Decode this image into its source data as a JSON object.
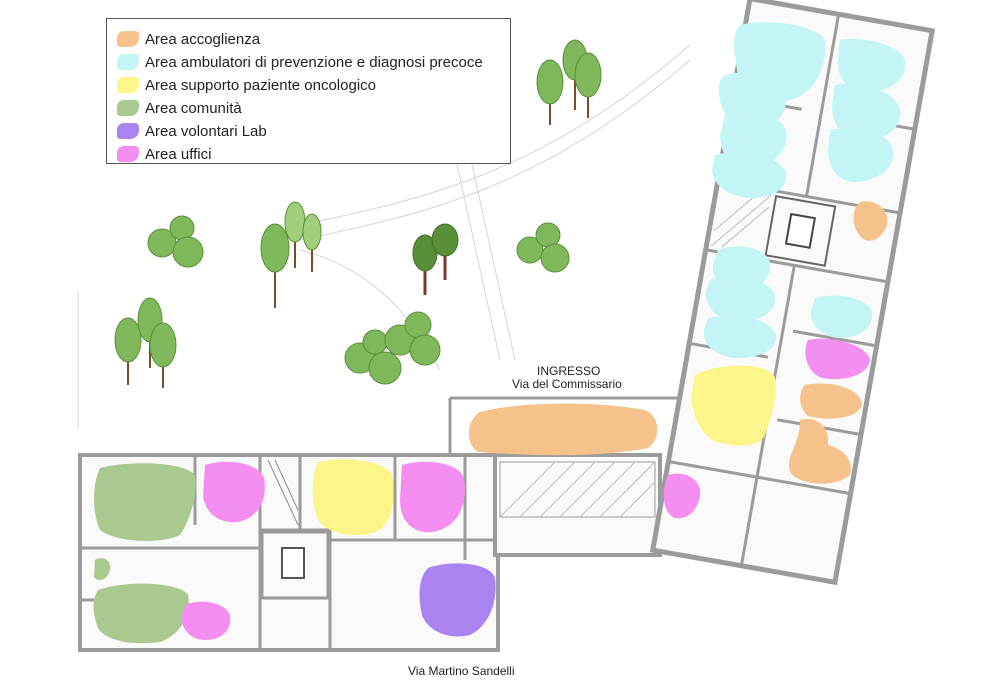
{
  "legend": {
    "items": [
      {
        "label": "Area accoglienza",
        "color": "#f6c28b"
      },
      {
        "label": "Area ambulatori di prevenzione e diagnosi precoce",
        "color": "#c2f5f4"
      },
      {
        "label": "Area supporto paziente oncologico",
        "color": "#fbf58a"
      },
      {
        "label": "Area comunità",
        "color": "#a9c98f"
      },
      {
        "label": "Area volontari Lab",
        "color": "#a983f0"
      },
      {
        "label": "Area uffici",
        "color": "#f38ef0"
      }
    ]
  },
  "labels": {
    "entrance_title": "INGRESSO",
    "entrance_street": "Via del Commissario",
    "bottom_street": "Via Martino Sandelli"
  },
  "colors": {
    "wall": "#9b9b9b",
    "thin_line": "#c8c8c8",
    "tree_green": "#7fb85a",
    "tree_dark": "#5a8f3a",
    "trunk": "#7a4a2a"
  }
}
